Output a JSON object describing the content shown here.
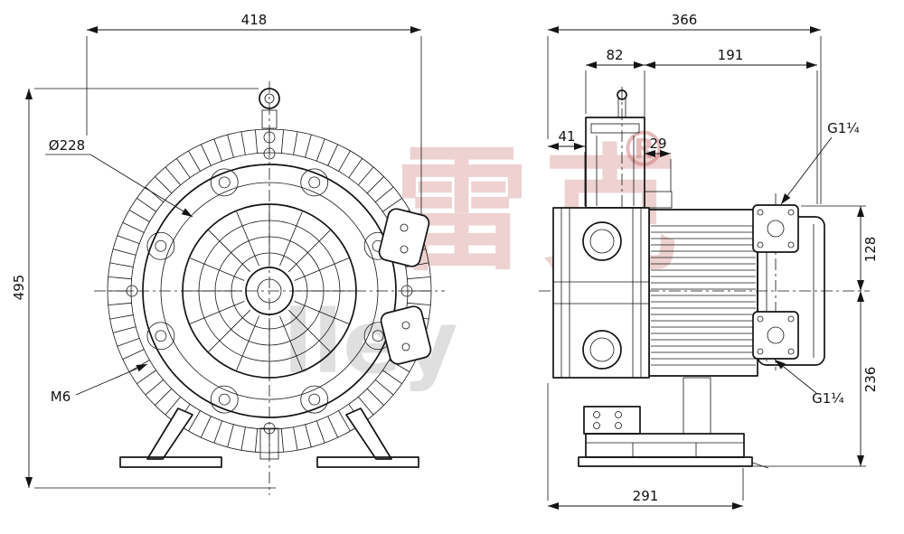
{
  "front": {
    "dim_width": "418",
    "dim_height": "495",
    "dim_diameter": "Ø228",
    "thread": "M6"
  },
  "side": {
    "dim_overall": "366",
    "dim_a": "82",
    "dim_b": "191",
    "dim_c": "41",
    "dim_d": "29",
    "dim_ports": "128",
    "dim_center_height": "236",
    "dim_base_width": "291",
    "port_top": "G1¼",
    "port_bottom": "G1¼"
  },
  "watermark": {
    "reg": "®",
    "cjk": "雷克",
    "latin": "lley"
  },
  "colors": {
    "line": "#141414",
    "watermark_red": "#c96a6a",
    "watermark_gray": "#999999",
    "background": "#ffffff"
  }
}
